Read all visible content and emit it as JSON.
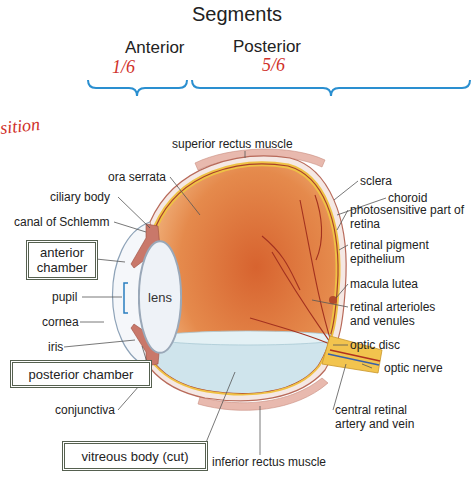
{
  "diagram": {
    "title": "Segments",
    "nodes": [
      {
        "text": [
          "anterior chamber"
        ]
      },
      {
        "text": [
          "lens"
        ]
      },
      {
        "text": [
          "posterior chamber"
        ]
      },
      {
        "text": [
          "vitreous body (cut)"
        ]
      }
    ],
    "labels": [
      "Anterior",
      "Posterior",
      "1/6",
      "5/6",
      "sition",
      "superior rectus muscle",
      "ora serrata",
      "sclera",
      "ciliary body",
      "choroid",
      "photosensitive part of retina",
      "canal of Schlemm",
      "retinal pigment epithelium",
      "macula lutea",
      "pupil",
      "retinal arterioles and venules",
      "cornea",
      "optic disc",
      "iris",
      "optic nerve",
      "conjunctiva",
      "central retinal artery and vein",
      "inferior rectus muscle"
    ]
  }
}
